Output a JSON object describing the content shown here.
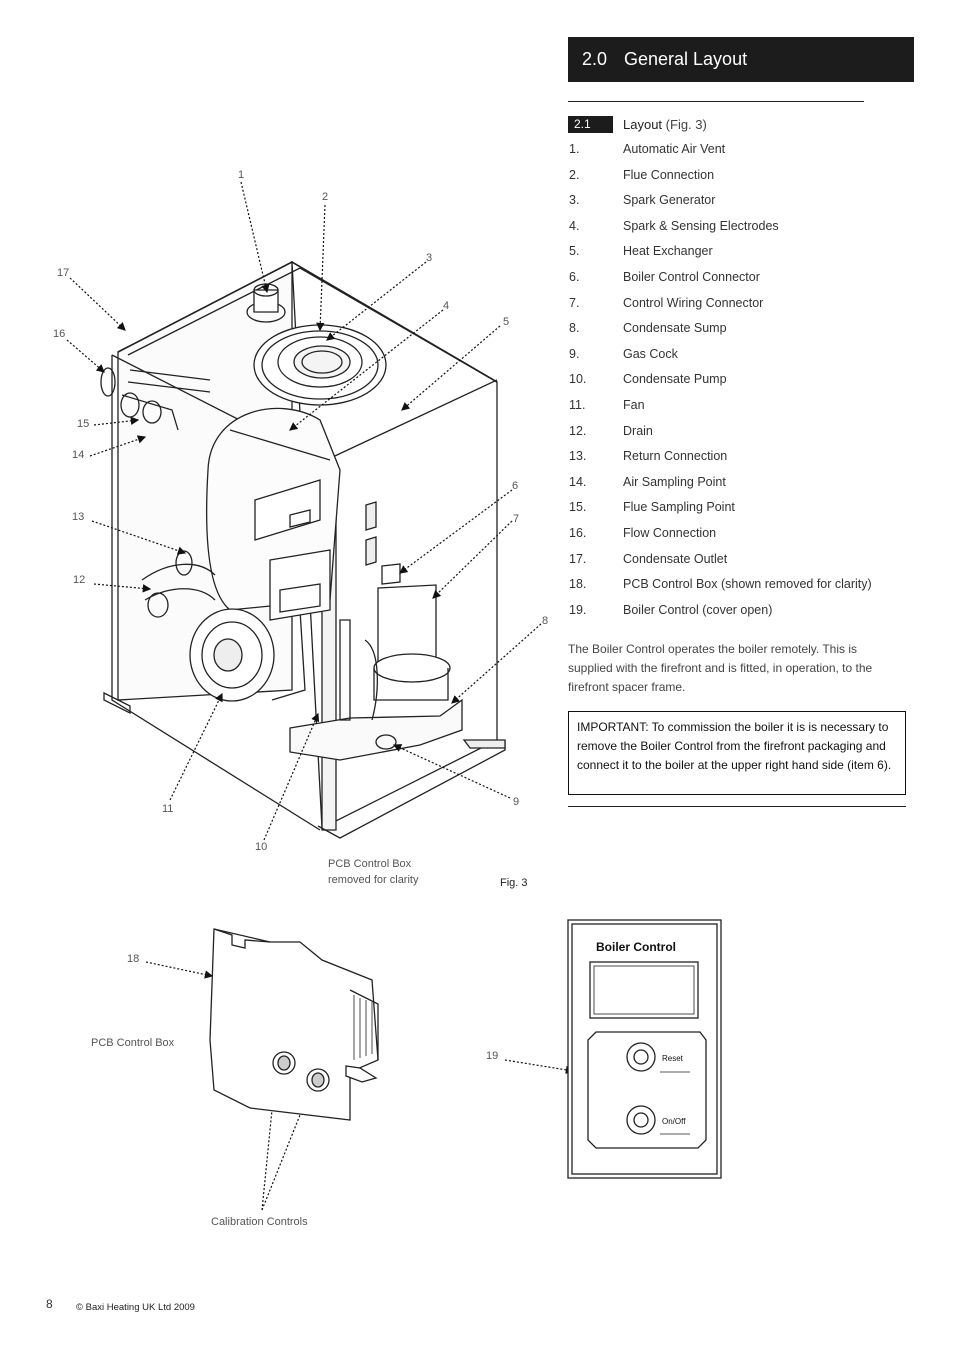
{
  "section": {
    "number": "2.0",
    "title": "General Layout"
  },
  "subsection": {
    "number": "2.1",
    "title": "Layout",
    "figure_ref": "(Fig. 3)"
  },
  "parts": [
    {
      "n": "1.",
      "label": "Automatic Air Vent"
    },
    {
      "n": "2.",
      "label": "Flue Connection"
    },
    {
      "n": "3.",
      "label": "Spark Generator"
    },
    {
      "n": "4.",
      "label": "Spark & Sensing Electrodes"
    },
    {
      "n": "5.",
      "label": "Heat Exchanger"
    },
    {
      "n": "6.",
      "label": "Boiler Control Connector"
    },
    {
      "n": "7.",
      "label": "Control Wiring Connector"
    },
    {
      "n": "8.",
      "label": "Condensate Sump"
    },
    {
      "n": "9.",
      "label": "Gas Cock"
    },
    {
      "n": "10.",
      "label": "Condensate Pump"
    },
    {
      "n": "11.",
      "label": "Fan"
    },
    {
      "n": "12.",
      "label": "Drain"
    },
    {
      "n": "13.",
      "label": "Return Connection"
    },
    {
      "n": "14.",
      "label": "Air Sampling Point"
    },
    {
      "n": "15.",
      "label": "Flue Sampling Point"
    },
    {
      "n": "16.",
      "label": "Flow Connection"
    },
    {
      "n": "17.",
      "label": "Condensate Outlet"
    },
    {
      "n": "18.",
      "label": "PCB Control Box (shown removed for clarity)"
    },
    {
      "n": "19.",
      "label": "Boiler Control (cover open)"
    }
  ],
  "intro": "The Boiler Control operates the boiler remotely. This is supplied with the firefront and is fitted, in operation, to the firefront spacer frame.",
  "important": "IMPORTANT: To commission the boiler it is is necessary to remove the Boiler Control from the firefront packaging and connect it to the boiler at the upper right hand side (item 6).",
  "figure": {
    "caption": "Fig. 3",
    "callouts": [
      "1",
      "2",
      "3",
      "4",
      "5",
      "6",
      "7",
      "8",
      "9",
      "10",
      "11",
      "12",
      "13",
      "14",
      "15",
      "16",
      "17",
      "18",
      "19"
    ],
    "pcb_removed_line1": "PCB Control Box",
    "pcb_removed_line2": "removed for clarity",
    "pcb_box_label": "PCB Control Box",
    "calibration_label": "Calibration Controls",
    "control_title": "Boiler Control",
    "reset_label": "Reset",
    "onoff_label": "On/Off"
  },
  "footer": {
    "page": "8",
    "copyright": "© Baxi Heating UK Ltd 2009"
  }
}
